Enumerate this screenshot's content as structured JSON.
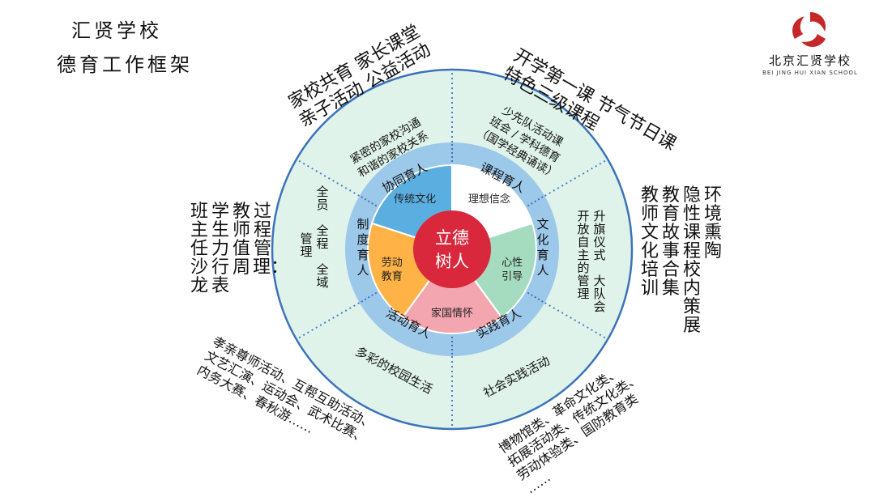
{
  "header": {
    "school": "汇贤学校",
    "subtitle": "德育工作框架"
  },
  "logo": {
    "name": "北京汇贤学校",
    "english": "BEI JING HUI XIAN SCHOOL",
    "icon": "swirl-logo-icon",
    "color": "#c62828"
  },
  "center": {
    "line1": "立德",
    "line2": "树人",
    "color": "#d9283c"
  },
  "inner_ring": [
    {
      "label": "理想信念",
      "color": "#ffffff"
    },
    {
      "label": "心性\n引导",
      "color": "#a5dcc0"
    },
    {
      "label": "家国情怀",
      "color": "#f4a6b0"
    },
    {
      "label": "劳动\n教育",
      "color": "#ffb347"
    },
    {
      "label": "传统文化",
      "color": "#5aaee0"
    }
  ],
  "middle_ring": [
    {
      "label": "课程育人"
    },
    {
      "label": "文化育人"
    },
    {
      "label": "实践育人"
    },
    {
      "label": "活动育人"
    },
    {
      "label": "制度育人"
    },
    {
      "label": "协同育人"
    }
  ],
  "outer_ring": {
    "top_left": [
      "紧密的家校沟通",
      "和谐的家校关系"
    ],
    "top_right": [
      "少先队活动课",
      "班会 / 学科德育",
      "（国学经典诵读）"
    ],
    "right": [
      "升旗仪式 大队会",
      "开放自主的管理"
    ],
    "bottom_right": "社会实践活动",
    "bottom_left": "多彩的校园生活",
    "left": [
      "全员 全程 全域",
      "管理"
    ]
  },
  "annotations": {
    "top_left": [
      "家校共育 家长课堂",
      "亲子活动 公益活动"
    ],
    "top_right": [
      "开学第一课 节气节日课",
      "特色三级课程"
    ],
    "right": [
      "环境熏陶",
      "隐性课程 校内策展",
      "教育故事合集",
      "教师文化培训"
    ],
    "left": [
      "过程管理：",
      "教师值周",
      "学生力行表",
      "班主任沙龙"
    ],
    "bottom_left": [
      "孝亲尊师活动、互帮互助活动、",
      "文艺汇演、运动会、武术比赛、",
      "内务大赛、春秋游……"
    ],
    "bottom_right": [
      "博物馆类、革命文化类、",
      "拓展活动类、传统文化类、",
      "劳动体验类、国防教育类",
      "……"
    ]
  },
  "colors": {
    "outer_ring": "#dff3ea",
    "outer_border": "#3b73b9",
    "middle_ring": "#9cc8ea",
    "separator": "#4a80c4"
  }
}
